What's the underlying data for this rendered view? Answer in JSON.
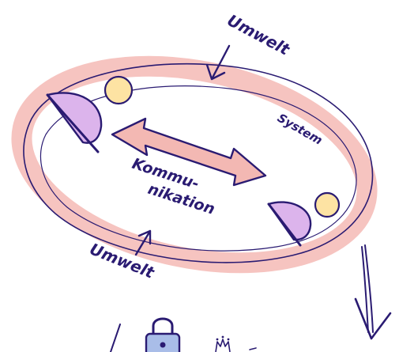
{
  "labels": {
    "environment_top": "Umwelt",
    "environment_bottom": "Umwelt",
    "system": "System",
    "communication_line1": "Kommu-",
    "communication_line2": "nikation"
  },
  "colors": {
    "ink": "#2a1b72",
    "ring": "#f6c4c0",
    "arrow_fill": "#f3b8b3",
    "person_body": "#dcb4ec",
    "person_head": "#fde3a3",
    "lock_fill": "#a9bde8"
  },
  "icons": [
    "person-icon",
    "lock-icon",
    "crown-icon"
  ]
}
